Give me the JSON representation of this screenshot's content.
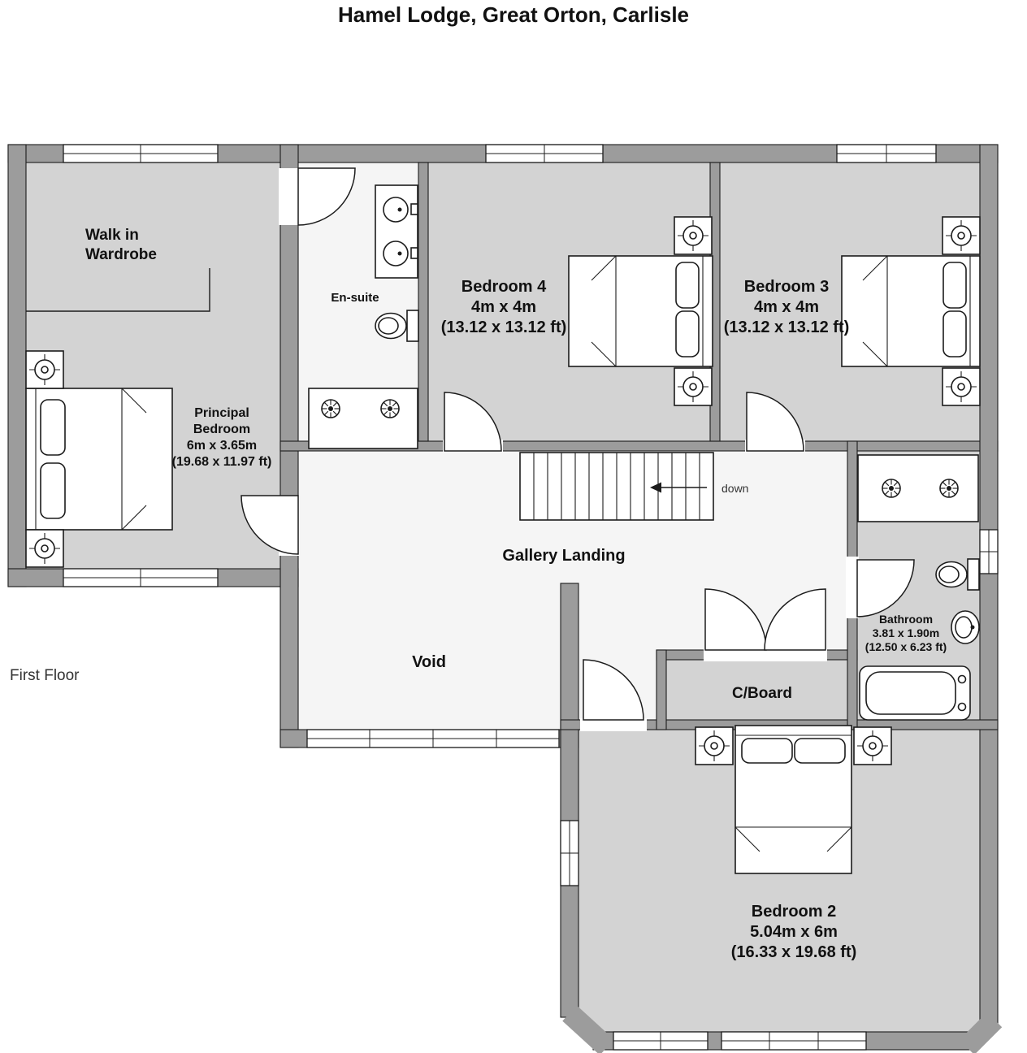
{
  "title": "Hamel Lodge, Great Orton, Carlisle",
  "floor_label": "First Floor",
  "rooms": {
    "walk_in_wardrobe": {
      "lines": [
        "Walk in",
        "Wardrobe"
      ]
    },
    "principal_bedroom": {
      "lines": [
        "Principal",
        "Bedroom",
        "6m x 3.65m",
        "(19.68 x 11.97 ft)"
      ]
    },
    "en_suite": {
      "lines": [
        "En-suite"
      ]
    },
    "bedroom_4": {
      "lines": [
        "Bedroom 4",
        "4m x 4m",
        "(13.12 x 13.12 ft)"
      ]
    },
    "bedroom_3": {
      "lines": [
        "Bedroom 3",
        "4m x 4m",
        "(13.12 x 13.12 ft)"
      ]
    },
    "bedroom_2": {
      "lines": [
        "Bedroom 2",
        "5.04m x 6m",
        "(16.33 x 19.68 ft)"
      ]
    },
    "gallery_landing": {
      "lines": [
        "Gallery Landing"
      ]
    },
    "void": {
      "lines": [
        "Void"
      ]
    },
    "bathroom": {
      "lines": [
        "Bathroom",
        "3.81 x 1.90m",
        "(12.50 x 6.23 ft)"
      ]
    },
    "cupboard": {
      "lines": [
        "C/Board"
      ]
    }
  },
  "stairs": {
    "label": "down"
  },
  "colors": {
    "wall": "#9c9c9c",
    "room": "#d3d3d3",
    "open": "#f5f5f5",
    "line": "#1c1c1c"
  }
}
